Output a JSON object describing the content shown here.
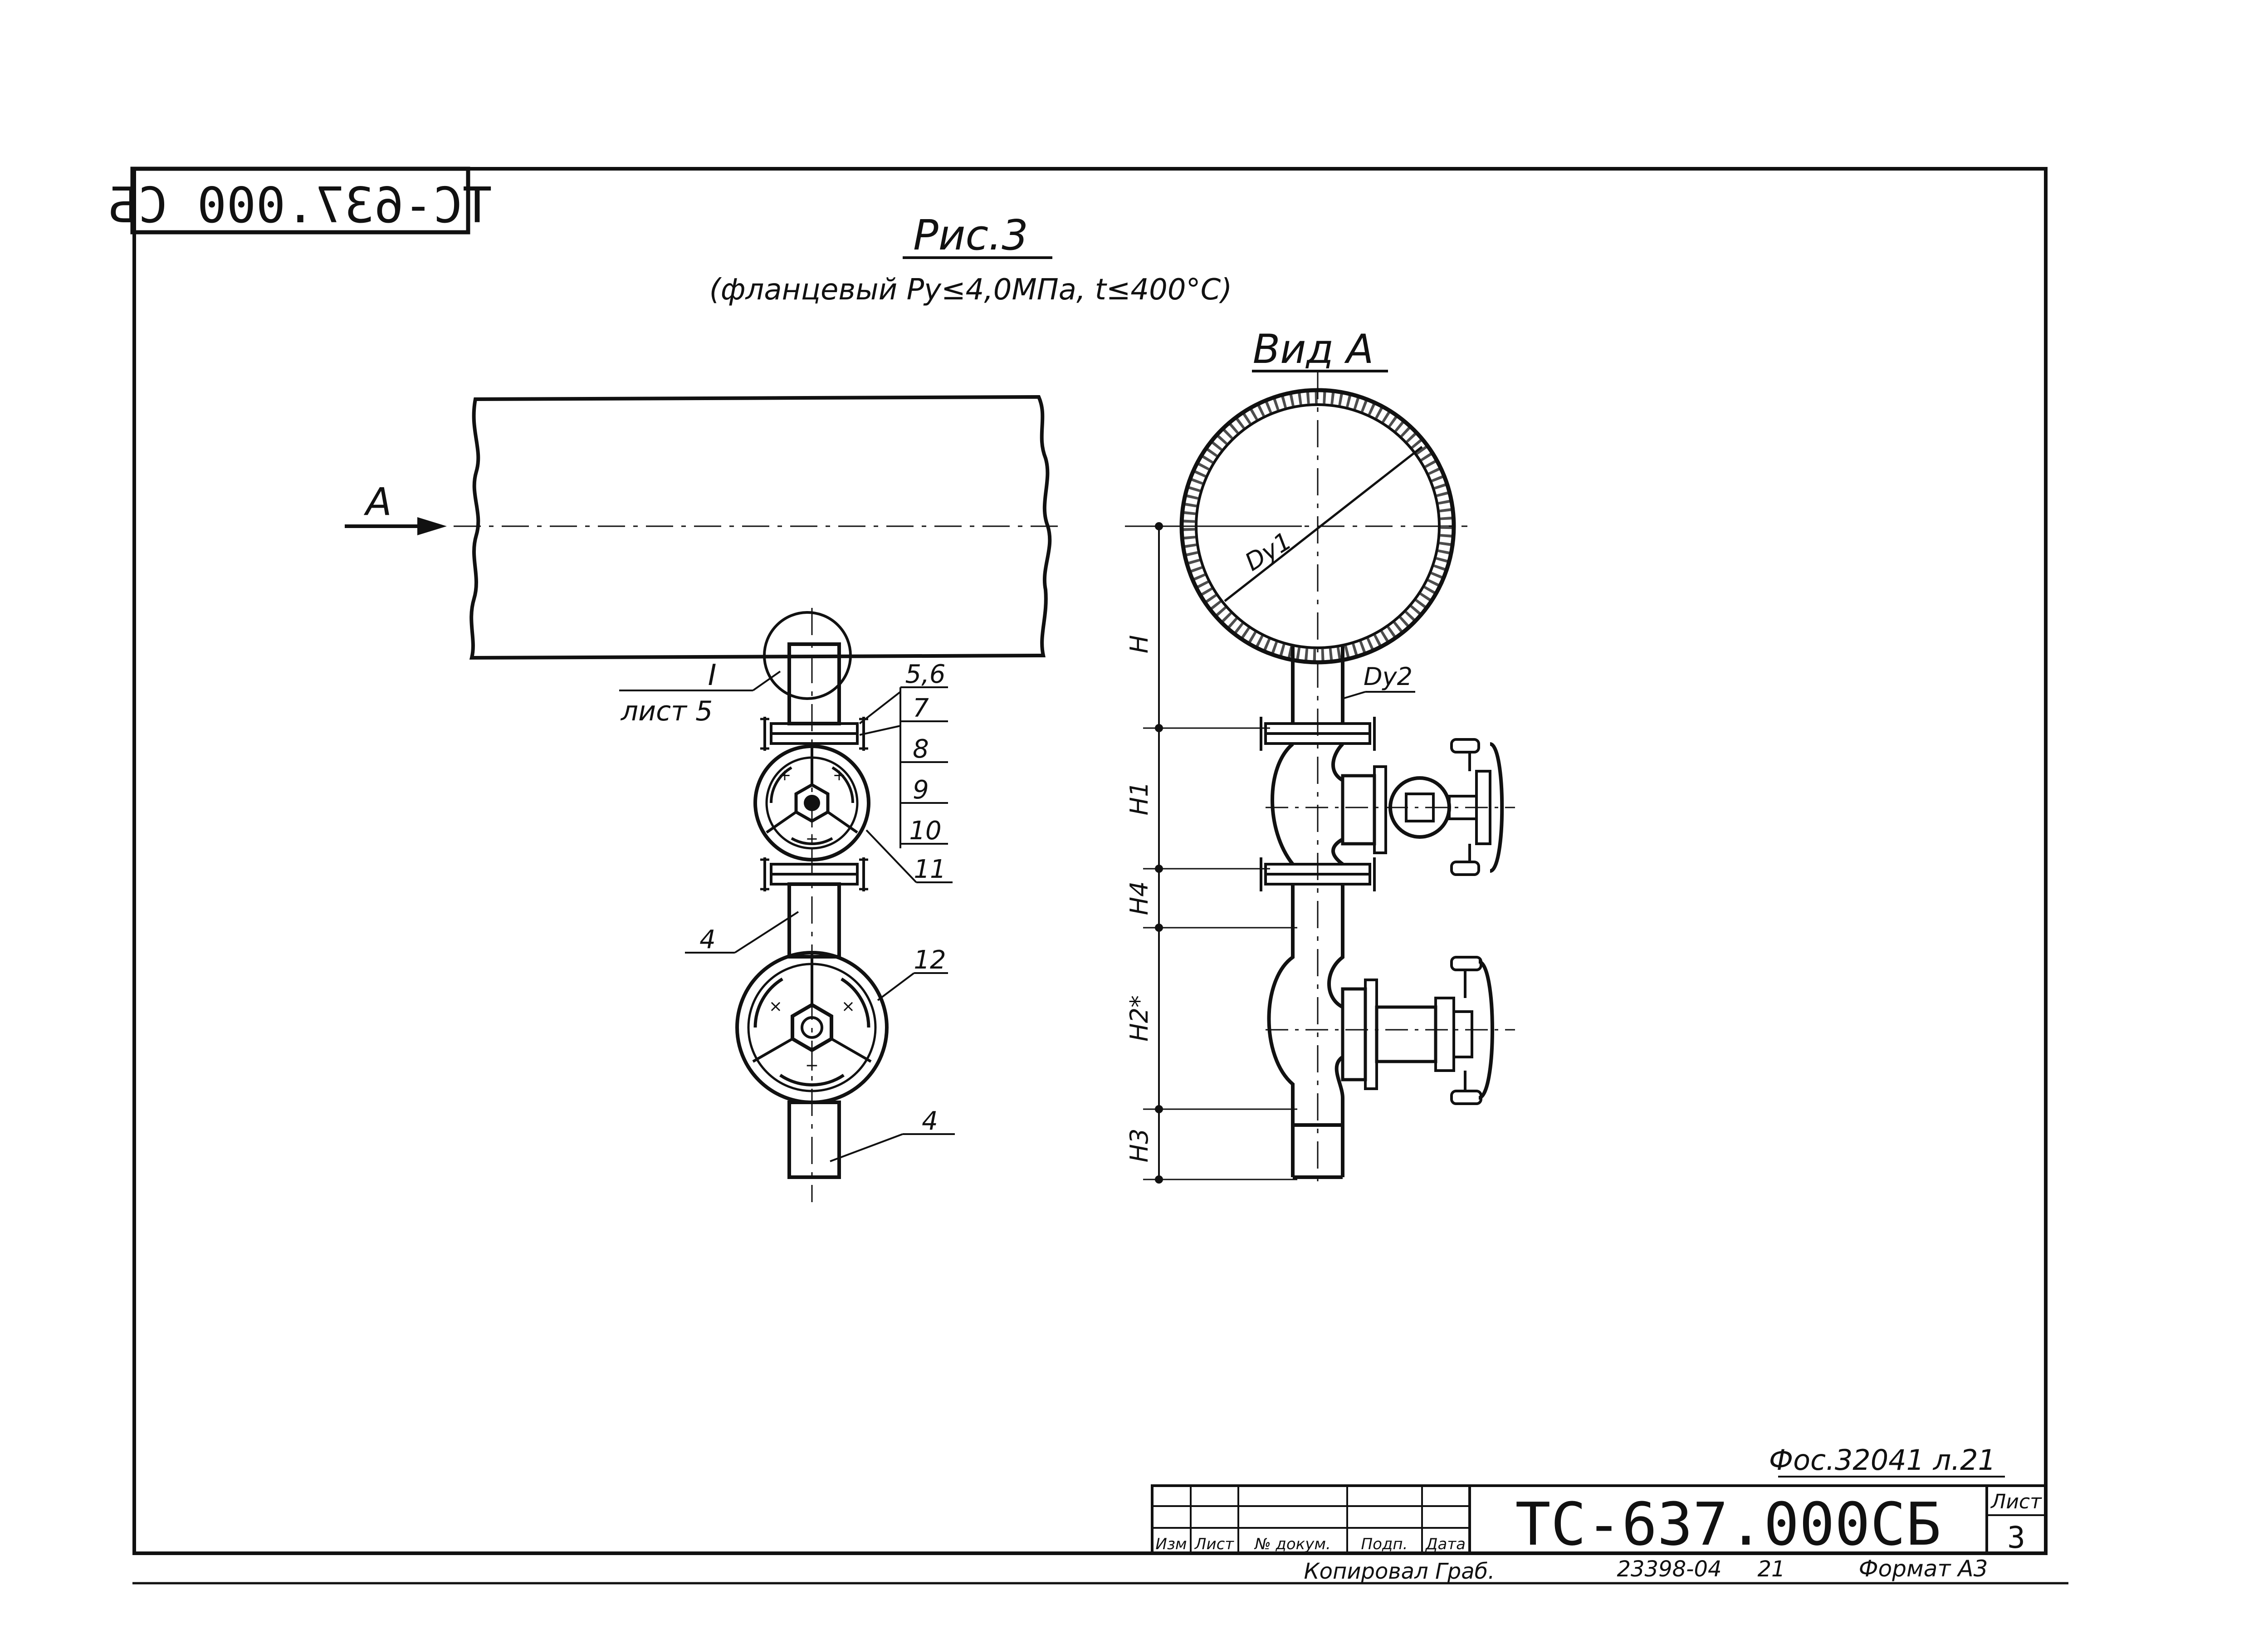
{
  "stamp": {
    "designation_mirrored": "ТС-637.000 СБ"
  },
  "figure": {
    "title": "Рис.3",
    "subtitle": "(фланцевый Ру≤4,0МПа, t≤400°С)",
    "view_label": "Вид А",
    "arrow_label": "А"
  },
  "callouts": {
    "node": "I",
    "node_sheet": "лист 5",
    "list": [
      "5,6",
      "7",
      "8",
      "9",
      "10",
      "11"
    ],
    "item_12": "12",
    "item_4a": "4",
    "item_4b": "4"
  },
  "view_a_labels": {
    "dn1": "Dу1",
    "dn2": "Dу2",
    "dims": [
      "H",
      "H1",
      "H4",
      "H2*",
      "H3"
    ]
  },
  "title_block": {
    "archive_ref": "Фос.32041 л.21",
    "designation": "ТС-637.000СБ",
    "sheet_label": "Лист",
    "sheet_no": "3",
    "columns": [
      "Изм",
      "Лист",
      "№ докум.",
      "Подп.",
      "Дата"
    ],
    "copied_by": "Копировал Граб.",
    "inventory": "23398-04",
    "inventory_num": "21",
    "format": "Формат А3"
  }
}
